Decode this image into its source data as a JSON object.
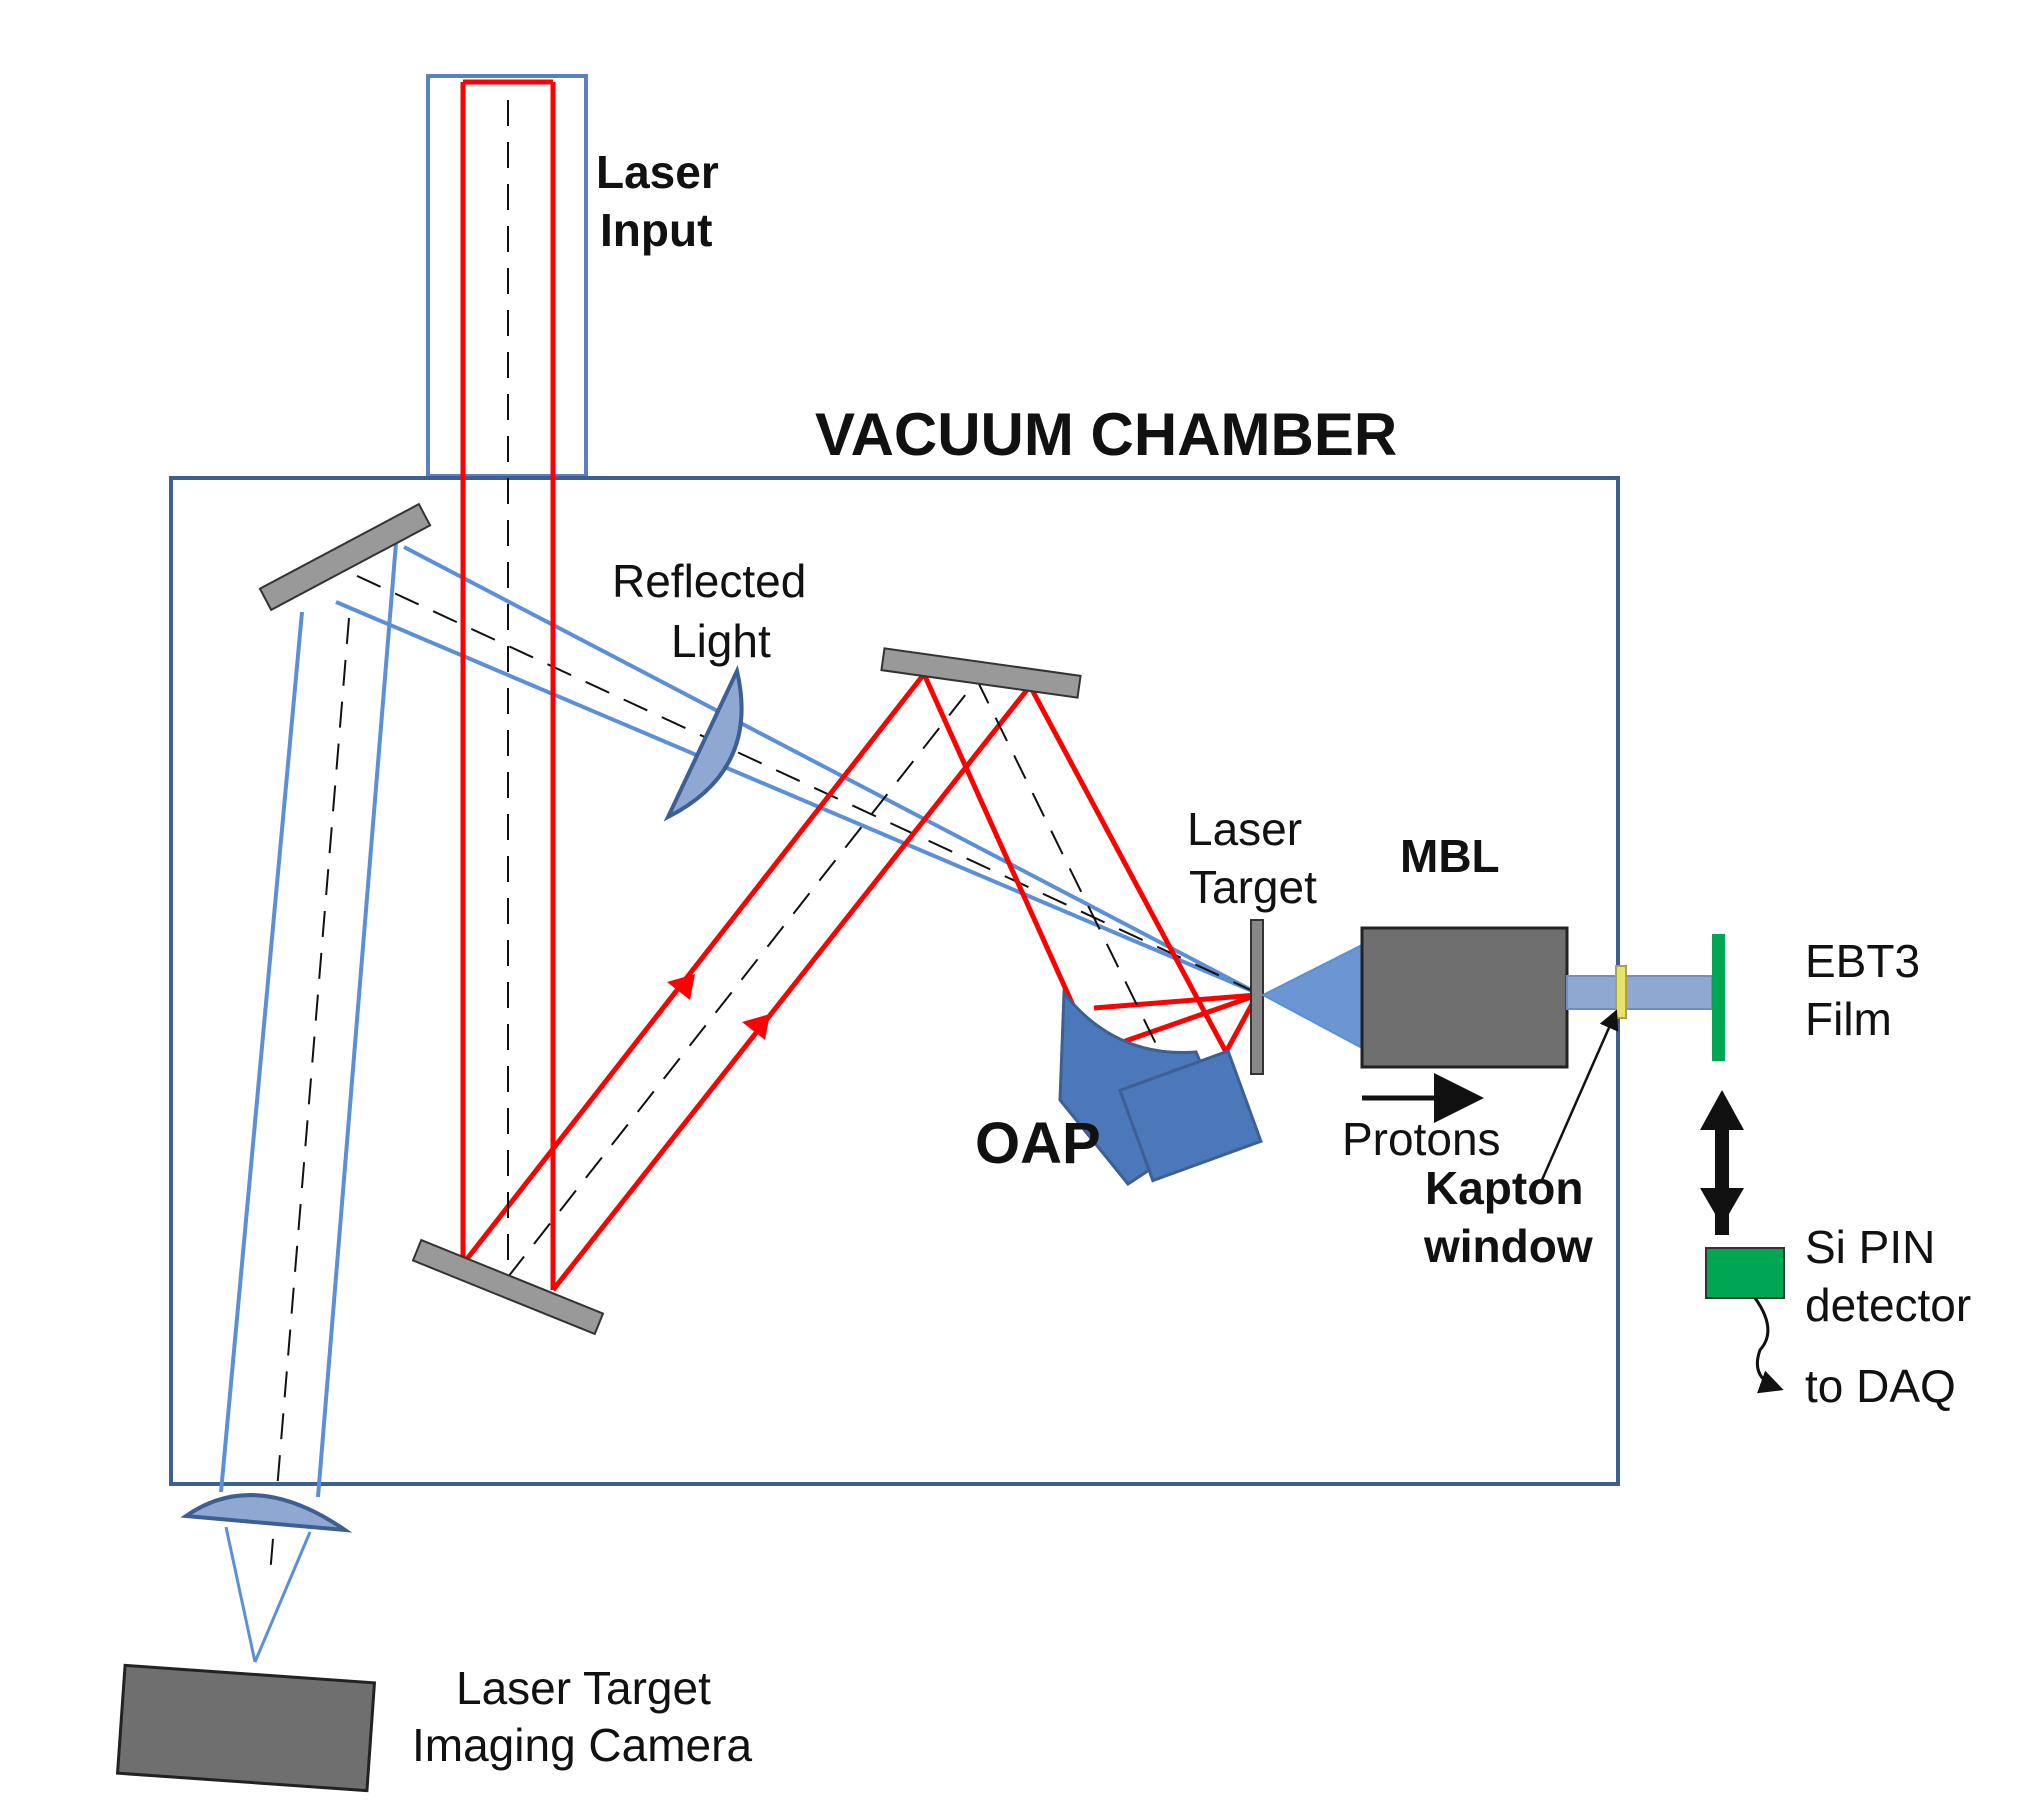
{
  "colors": {
    "laser_red": "#ff0000",
    "reflected_blue": "#5b8fd6",
    "chamber_outline": "#3d5f94",
    "mirror_gray": "#999999",
    "component_gray": "#6f6f6f",
    "lens_fill": "#8ea8d2",
    "oap_blue": "#4a78b8",
    "film_green": "#00a651",
    "kapton_yellow": "#e8e26a"
  },
  "labels": {
    "laser_input": [
      "Laser",
      "Input"
    ],
    "vacuum_chamber": "VACUUM CHAMBER",
    "reflected_light": [
      "Reflected",
      "Light"
    ],
    "laser_target": [
      "Laser",
      "Target"
    ],
    "mbl": "MBL",
    "ebt3_film": [
      "EBT3",
      "Film"
    ],
    "oap": "OAP",
    "protons": "Protons",
    "kapton_window": [
      "Kapton",
      "window"
    ],
    "si_pin_detector": [
      "Si PIN",
      "detector"
    ],
    "to_daq": "to DAQ",
    "imaging_camera": [
      "Laser Target",
      "Imaging Camera"
    ]
  }
}
